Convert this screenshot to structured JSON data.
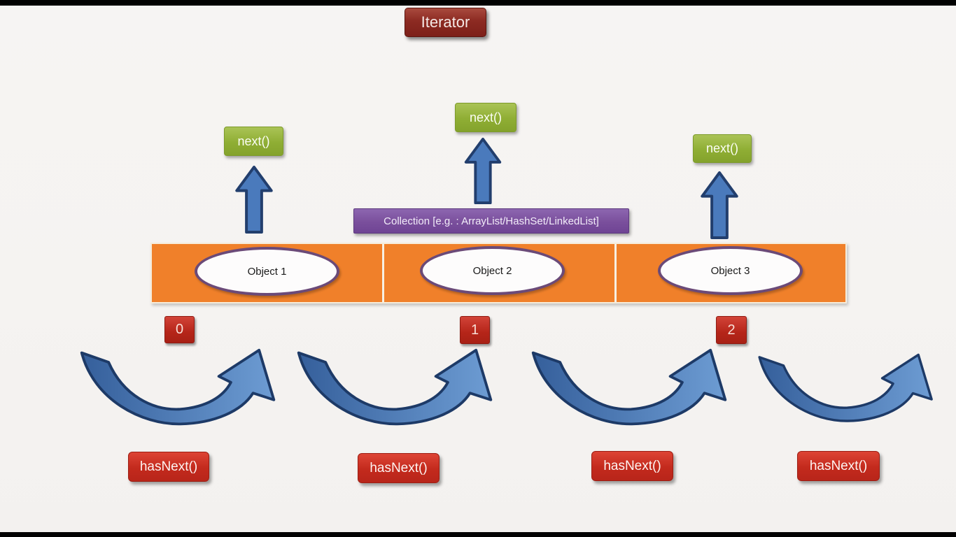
{
  "title": "Iterator",
  "collection_label": "Collection [e.g. : ArrayList/HashSet/LinkedList]",
  "objects": [
    "Object 1",
    "Object 2",
    "Object 3"
  ],
  "indices": [
    "0",
    "1",
    "2"
  ],
  "next_labels": [
    "next()",
    "next()",
    "next()"
  ],
  "hasnext_labels": [
    "hasNext()",
    "hasNext()",
    "hasNext()",
    "hasNext()"
  ],
  "colors": {
    "background": "#f5f3f1",
    "frame_bars": "#020202",
    "iterator_box": "#8c2a22",
    "next_box": "#8fae34",
    "collection_box": "#7a4f9c",
    "array_bar": "#f0802a",
    "ellipse_border": "#6b4a78",
    "index_box": "#b52519",
    "hasnext_box": "#c32a1d",
    "arrow_fill": "#4a7abc",
    "arrow_outline": "#223e6d",
    "curve_dark": "#355f9b",
    "curve_light": "#6d9cd3"
  }
}
